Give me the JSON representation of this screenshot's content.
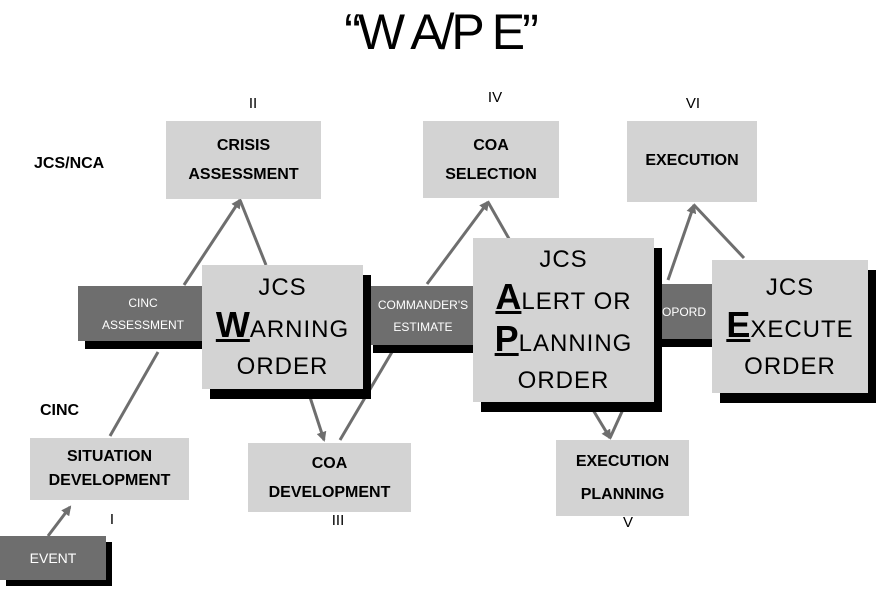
{
  "title": "“W A/P E”",
  "levels": {
    "top": "JCS/NCA",
    "bottom": "CINC"
  },
  "phases": {
    "i": "I",
    "ii": "II",
    "iii": "III",
    "iv": "IV",
    "v": "V",
    "vi": "VI"
  },
  "boxes": {
    "crisis_assessment": [
      "CRISIS",
      "ASSESSMENT"
    ],
    "coa_selection": [
      "COA",
      "SELECTION"
    ],
    "execution": "EXECUTION",
    "situation_development": [
      "SITUATION",
      "DEVELOPMENT"
    ],
    "coa_development": [
      "COA",
      "DEVELOPMENT"
    ],
    "execution_planning": [
      "EXECUTION",
      "PLANNING"
    ]
  },
  "bands": {
    "cinc_assessment": [
      "CINC",
      "ASSESSMENT"
    ],
    "commanders_estimate": [
      "COMMANDER'S",
      "ESTIMATE"
    ],
    "opord": "OPORD",
    "event": "EVENT"
  },
  "orders": {
    "warning": {
      "line1": "JCS",
      "initial": "W",
      "rest": "ARNING",
      "line3": "ORDER"
    },
    "alert": {
      "line1": "JCS",
      "initial1": "A",
      "rest1": "LERT OR",
      "initial2": "P",
      "rest2": "LANNING",
      "line4": "ORDER"
    },
    "execute": {
      "line1": "JCS",
      "initial": "E",
      "rest": "XECUTE",
      "line3": "ORDER"
    }
  },
  "colors": {
    "box": "#d3d3d3",
    "band": "#6e6e6e",
    "arrow": "#6e6e6e",
    "shadow": "#000000"
  }
}
